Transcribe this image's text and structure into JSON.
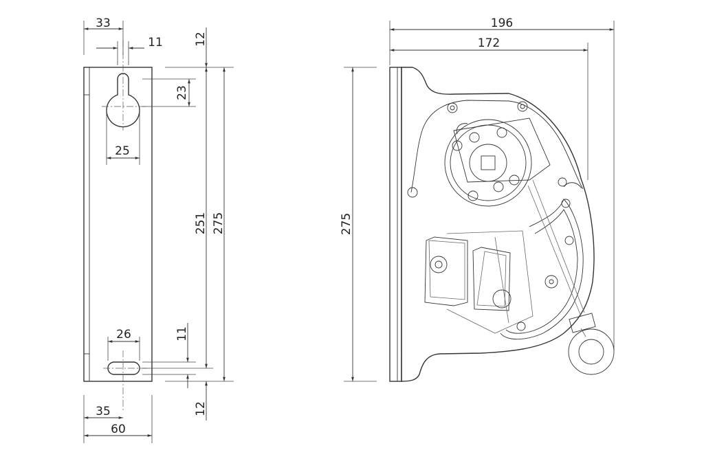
{
  "side_view": {
    "dims": {
      "offset_top_slot": "33",
      "slot_width_top": "11",
      "top_margin": "12",
      "keyhole_depth": "23",
      "keyhole_width": "25",
      "hole_spacing": "251",
      "total_height": "275",
      "slot_length": "26",
      "slot_height": "11",
      "bottom_margin": "12",
      "offset_bottom_slot": "35",
      "width": "60"
    }
  },
  "front_view": {
    "dims": {
      "overall_width": "196",
      "inner_width": "172",
      "height": "275"
    }
  }
}
